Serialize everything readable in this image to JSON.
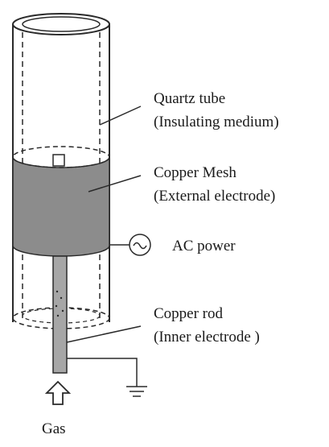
{
  "diagram": {
    "labels": {
      "quartz_tube": "Quartz tube",
      "quartz_tube_note": "(Insulating medium)",
      "copper_mesh": "Copper Mesh",
      "copper_mesh_note": "(External electrode)",
      "ac_power": "AC power",
      "ac_symbol": "~",
      "copper_rod": "Copper rod",
      "copper_rod_note": "(Inner electrode )",
      "gas": "Gas"
    },
    "colors": {
      "line": "#2a2a2a",
      "mesh_fill": "#8c8c8c",
      "rod_fill": "#a6a6a6",
      "background": "#ffffff"
    },
    "icons": [
      "ac-source-icon",
      "ground-icon",
      "gas-inlet-arrow-icon"
    ]
  }
}
